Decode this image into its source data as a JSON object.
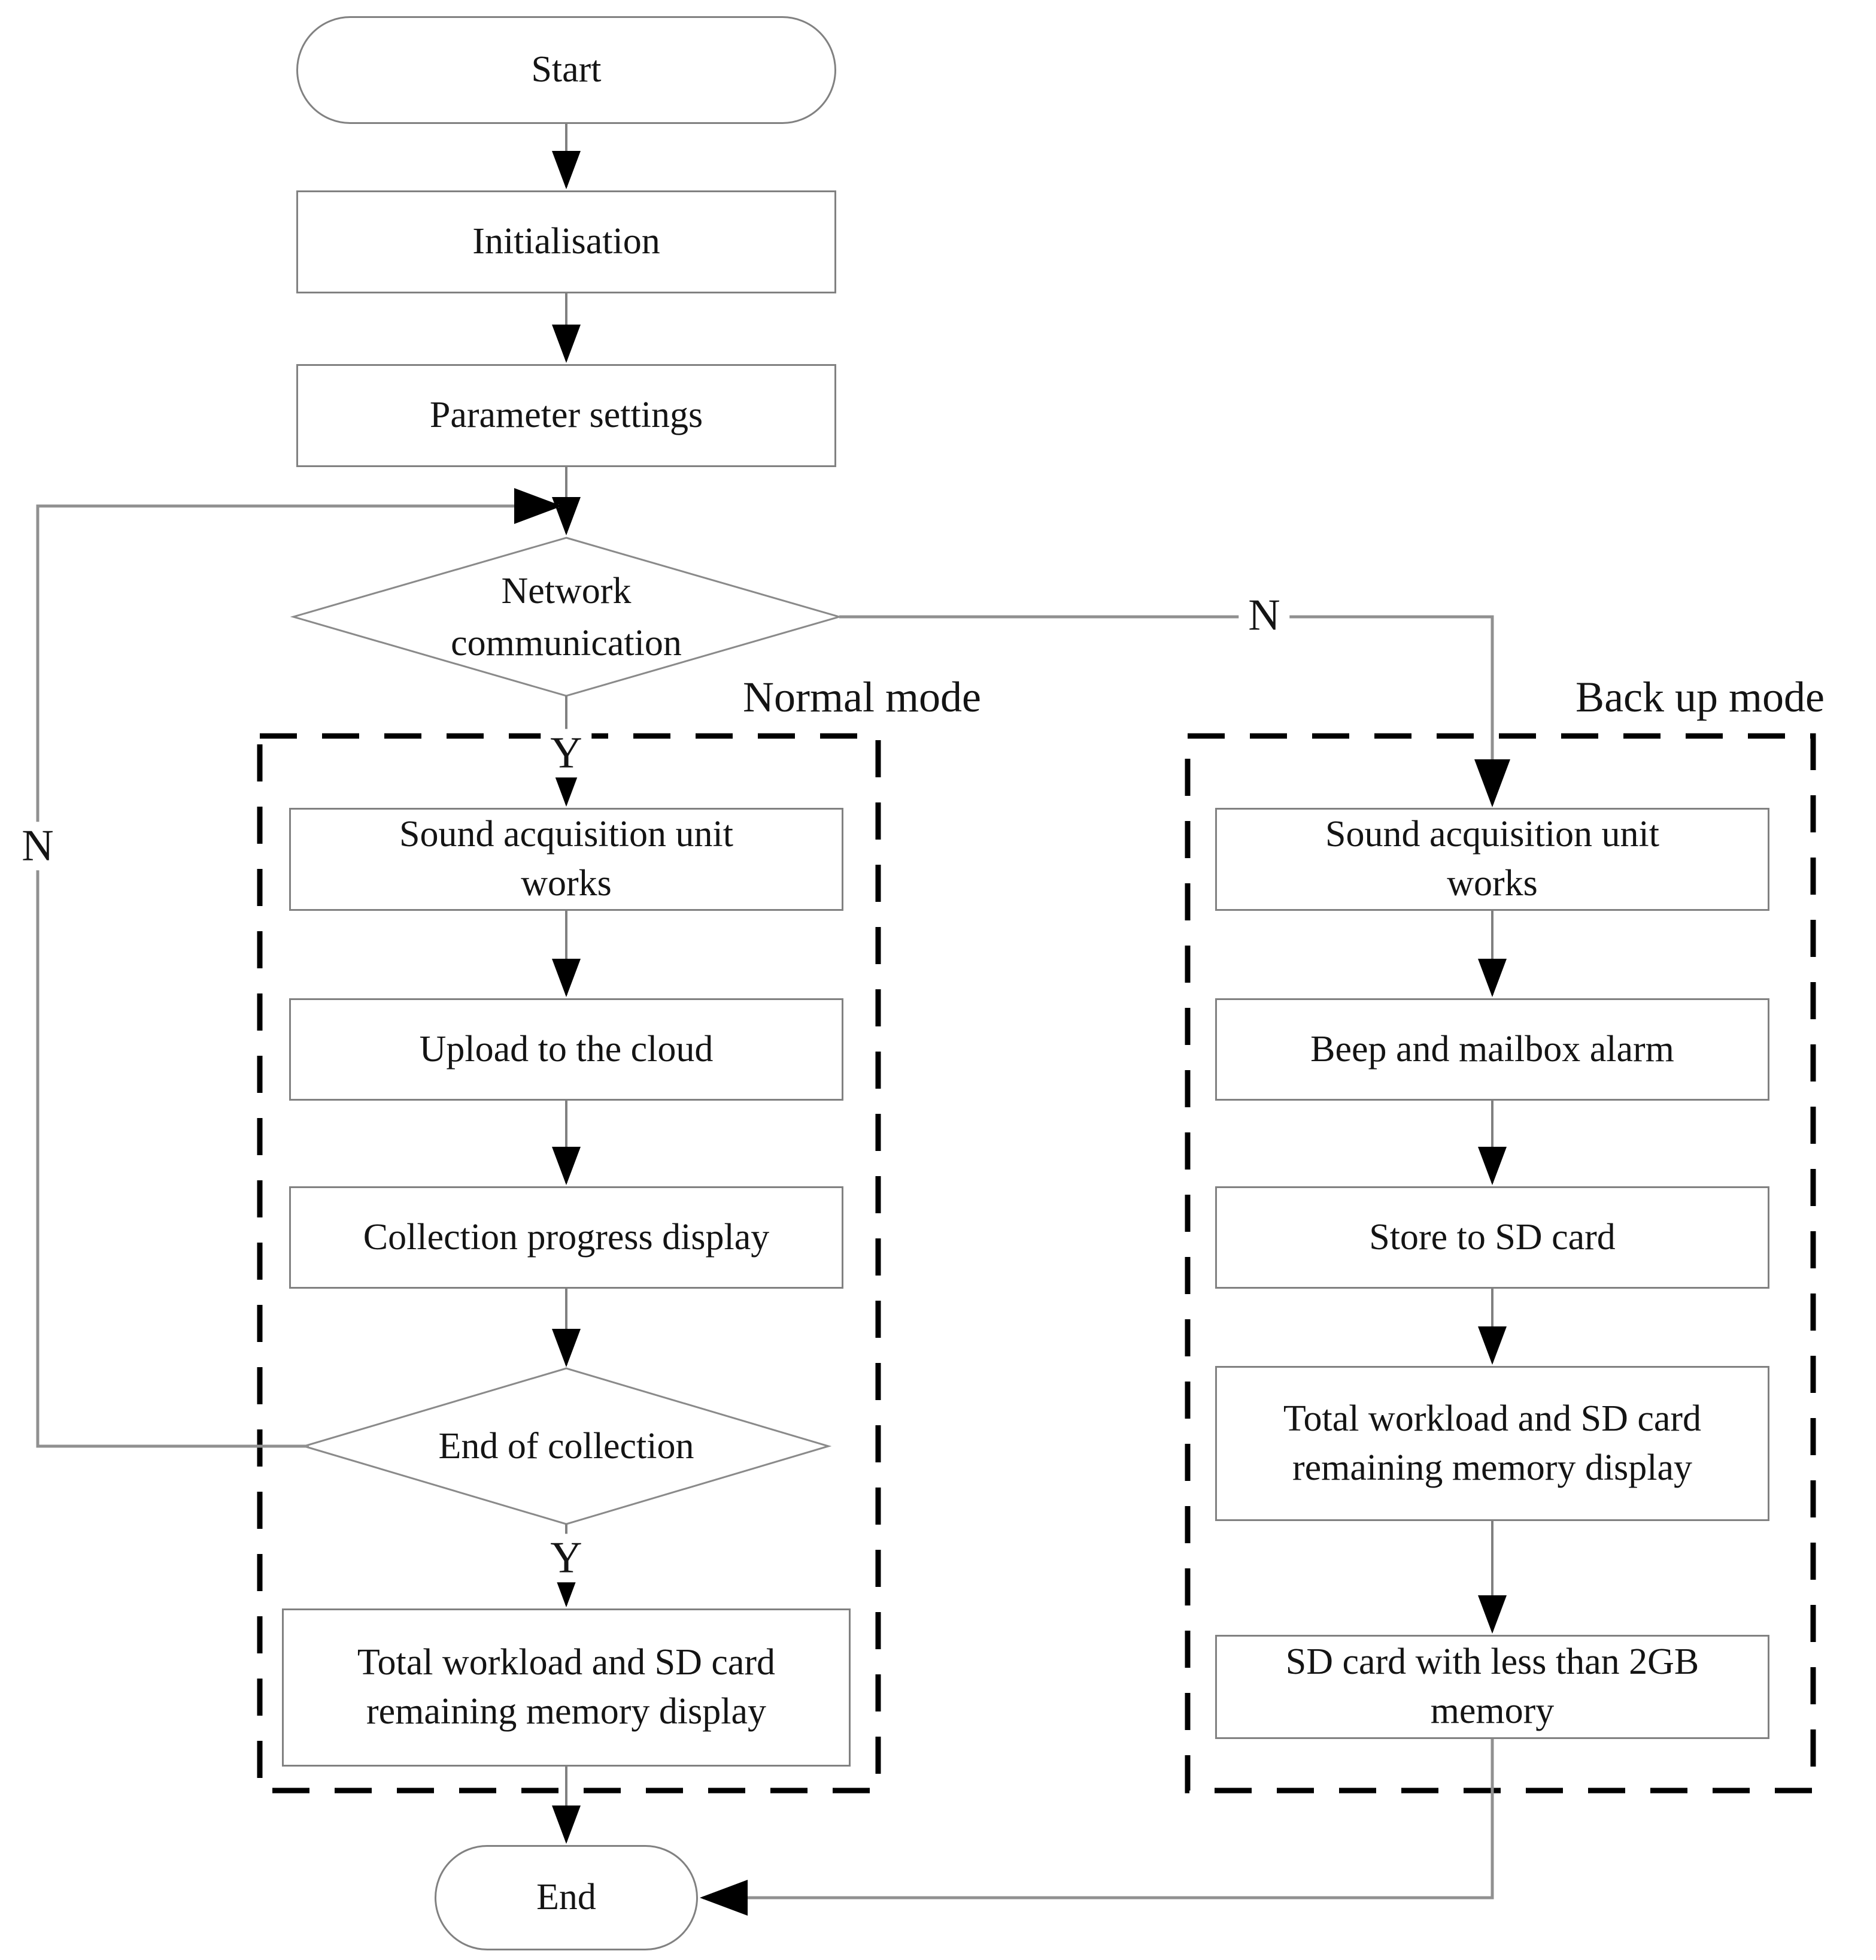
{
  "fc": {
    "main": {
      "start": "Start",
      "initialisation": "Initialisation",
      "parameter_settings": "Parameter settings",
      "network_decision": "Network communication",
      "end": "End"
    },
    "labels": {
      "network_yes": "Y",
      "network_no": "N",
      "collection_yes": "Y",
      "collection_no": "N",
      "normal_mode": "Normal mode",
      "backup_mode": "Back up mode"
    },
    "normal_mode": {
      "steps": [
        "Sound acquisition unit works",
        "Upload to the cloud",
        "Collection progress display"
      ],
      "decision": "End of collection",
      "result": "Total workload and SD card remaining memory display"
    },
    "backup_mode": {
      "steps": [
        "Sound acquisition unit works",
        "Beep and mailbox alarm",
        "Store to SD card",
        "Total workload and SD card remaining memory display",
        "SD card with less than 2GB memory"
      ]
    },
    "colors": {
      "connector_line": "#808080",
      "box_border": "#818181",
      "dashed_region_border": "#000000",
      "arrowhead": "#000000",
      "text": "#141414",
      "background": "#ffffff"
    }
  }
}
